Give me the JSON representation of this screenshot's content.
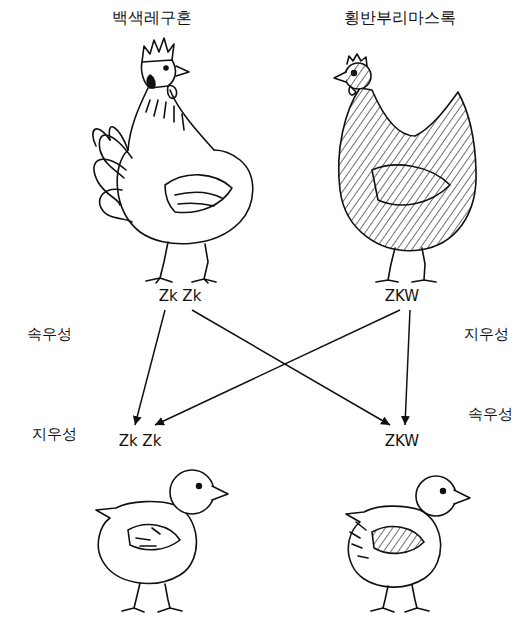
{
  "diagram": {
    "nodes": [
      {
        "text": [
          "백색레구혼",
          "Zk Zk"
        ]
      },
      {
        "text": [
          "횡반부리마스록",
          "ZKW"
        ]
      },
      {
        "text": [
          "Zk Zk"
        ]
      },
      {
        "text": [
          "ZKW"
        ]
      }
    ],
    "edges": [
      {
        "from": 0,
        "to": 2,
        "arrow": "to"
      },
      {
        "from": 0,
        "to": 3,
        "arrow": "to"
      },
      {
        "from": 1,
        "to": 2,
        "arrow": "to"
      },
      {
        "from": 1,
        "to": 3,
        "arrow": "to"
      }
    ],
    "labels": [
      "속우성",
      "지우성",
      "지우성",
      "속우성"
    ]
  }
}
